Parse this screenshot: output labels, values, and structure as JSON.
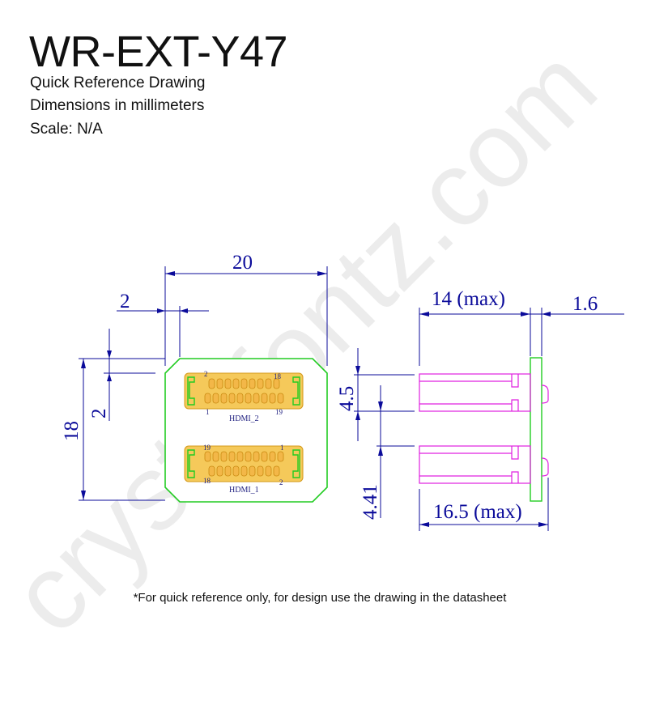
{
  "header": {
    "part_number": "WR-EXT-Y47",
    "subtitle_lines": [
      "Quick Reference Drawing",
      "Dimensions in millimeters",
      "Scale: N/A"
    ]
  },
  "watermark": {
    "text": "crystalfontz.com"
  },
  "top_view": {
    "dims": {
      "width": "20",
      "offset_x": "2",
      "height": "18",
      "offset_y": "2"
    },
    "connectors": [
      {
        "label": "HDMI_2",
        "pin_tl": "2",
        "pin_tr": "18",
        "pin_bl": "1",
        "pin_br": "19"
      },
      {
        "label": "HDMI_1",
        "pin_tl": "19",
        "pin_tr": "1",
        "pin_bl": "18",
        "pin_br": "2"
      }
    ]
  },
  "side_view": {
    "dims": {
      "depth_max": "14 (max)",
      "thickness": "1.6",
      "spacing": "4.5",
      "offset": "4.41",
      "overall_max": "16.5 (max)"
    }
  },
  "footer": {
    "note": "*For quick reference only, for design use the drawing in the datasheet"
  },
  "colors": {
    "dimension": "#0b0b9a",
    "board_outline": "#22cc22",
    "connector_gold": "#f5c95a",
    "side_view": "#e020e0"
  }
}
